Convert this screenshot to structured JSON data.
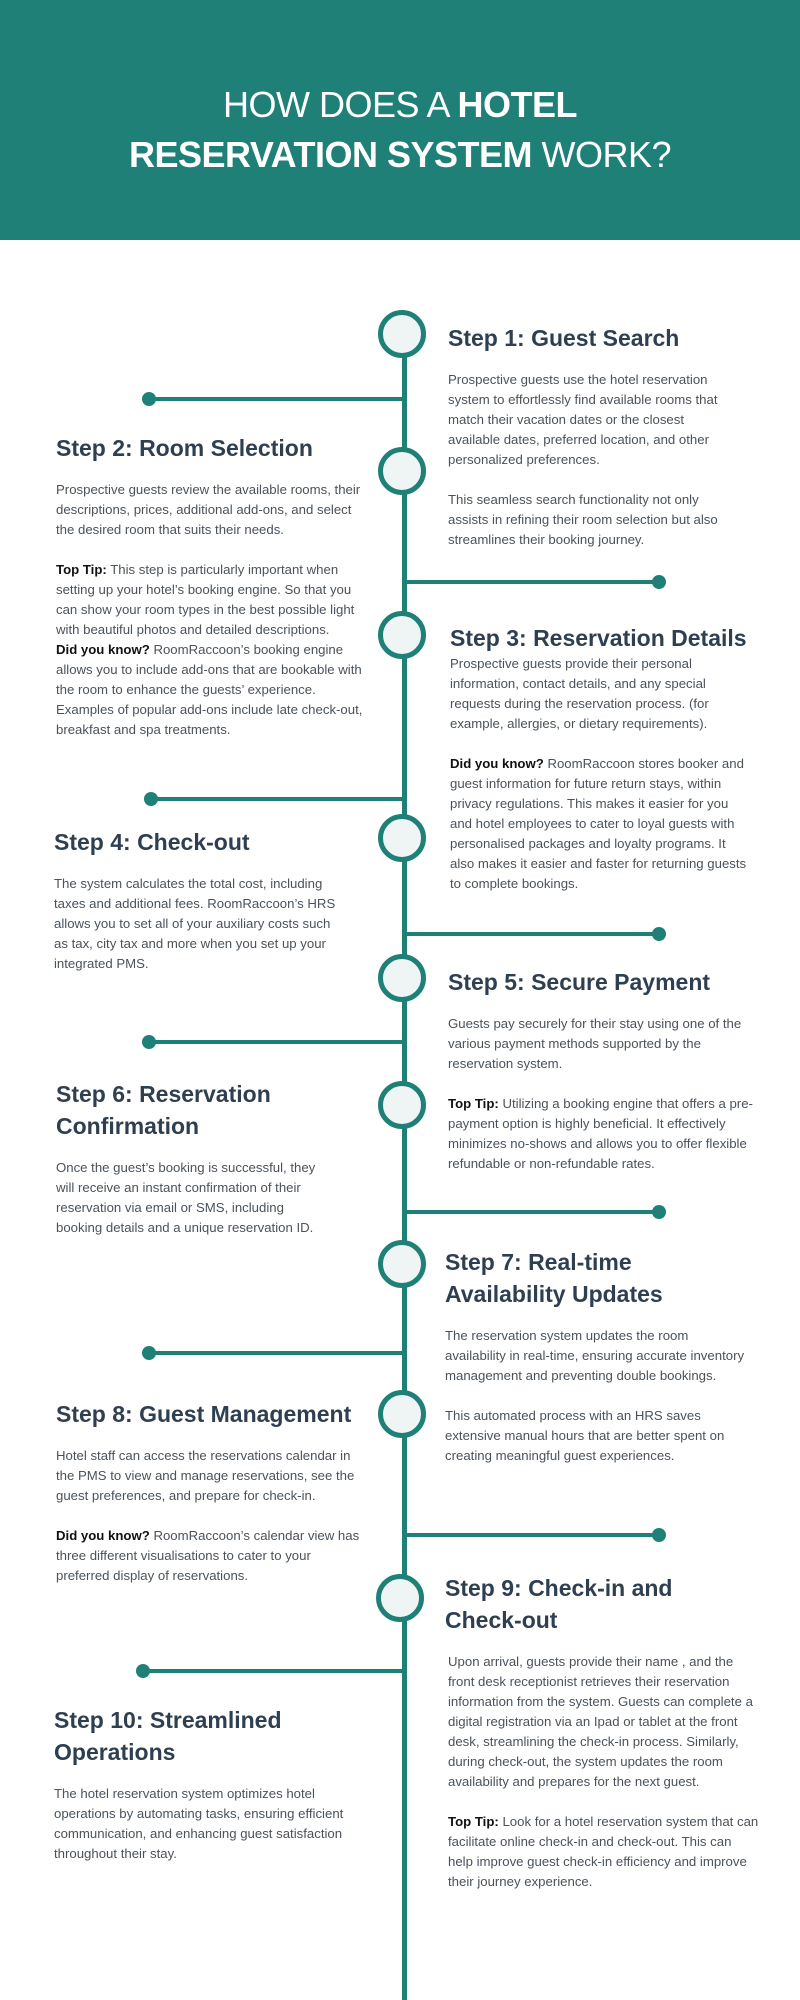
{
  "header": {
    "title_pre": "HOW DOES A ",
    "title_bold1": "HOTEL",
    "title_bold2": "RESERVATION SYSTEM",
    "title_post": " WORK?"
  },
  "steps": [
    {
      "title": "Step 1: Guest Search",
      "p1": "Prospective guests use the hotel reservation system to effortlessly find available rooms that match their vacation dates or the closest available dates, preferred location, and other personalized preferences.",
      "p2": "This seamless search functionality not only assists in refining their room selection but also streamlines their booking journey."
    },
    {
      "title": "Step 2: Room Selection",
      "p1": "Prospective guests review the available rooms, their descriptions, prices, additional add-ons, and select the desired room that suits their needs.",
      "tip_label": "Top Tip:",
      "tip_text": " This step is particularly important when setting up your hotel’s booking engine. So that you can show your room types in the best possible light with beautiful photos and detailed descriptions.",
      "dyk_label": "Did you know?",
      "dyk_text": " RoomRaccoon’s booking engine allows you to include add-ons that are bookable with the room to enhance the guests’ experience. Examples of popular add-ons include late check-out, breakfast and spa treatments."
    },
    {
      "title": "Step 3: Reservation Details",
      "p1": "Prospective guests provide their personal information, contact details, and any special requests during the reservation process. (for example, allergies, or dietary requirements).",
      "dyk_label": "Did you know?",
      "dyk_text": " RoomRaccoon stores booker and guest information for future return stays, within privacy regulations. This makes it easier for you and hotel employees to cater to loyal guests with personalised packages and loyalty programs. It also makes it easier and faster for returning guests to complete bookings."
    },
    {
      "title": "Step 4: Check-out",
      "p1": "The system calculates the total cost, including taxes and additional fees. RoomRaccoon’s HRS allows you to set all of your auxiliary costs such as tax, city tax and more when you set up your integrated PMS."
    },
    {
      "title": "Step 5: Secure Payment",
      "p1": "Guests pay securely for their stay using one of the various payment methods supported by the reservation system.",
      "tip_label": "Top Tip:",
      "tip_text": " Utilizing a booking engine that offers a pre-payment option is highly beneficial. It effectively minimizes no-shows and allows you to offer flexible refundable or non-refundable rates."
    },
    {
      "title": "Step 6: Reservation Confirmation",
      "p1": "Once the guest’s booking is successful, they will receive an instant confirmation of their reservation via email or SMS, including booking details and a unique reservation ID."
    },
    {
      "title": "Step 7: Real-time Availability Updates",
      "p1": "The reservation system updates the room availability in real-time, ensuring accurate inventory management and preventing double bookings.",
      "p2": "This automated process with an HRS saves extensive manual hours that are better spent on creating meaningful guest experiences."
    },
    {
      "title": "Step 8: Guest Management",
      "p1": "Hotel staff can access the reservations calendar in the PMS to view and manage reservations, see the guest preferences, and prepare for check-in.",
      "dyk_label": "Did you know?",
      "dyk_text": " RoomRaccoon’s calendar view has three different visualisations to cater to your preferred display of reservations."
    },
    {
      "title": "Step 9: Check-in and Check-out",
      "p1": "Upon arrival, guests provide their name , and the front desk receptionist retrieves their reservation information from the system. Guests can complete a digital registration via an Ipad or tablet at the front desk, streamlining the check-in process. Similarly, during check-out, the system updates the room availability and prepares for the next guest.",
      "tip_label": "Top Tip:",
      "tip_text": " Look for a hotel reservation system that can facilitate online check-in and check-out. This can help improve guest check-in efficiency and improve their journey experience."
    },
    {
      "title": "Step 10: Streamlined Operations",
      "p1": "The hotel reservation system optimizes hotel operations by automating tasks, ensuring efficient communication, and enhancing guest satisfaction throughout their stay."
    }
  ],
  "colors": {
    "teal": "#1f8078",
    "node_fill": "#eff5f4",
    "heading": "#2f3f52"
  }
}
